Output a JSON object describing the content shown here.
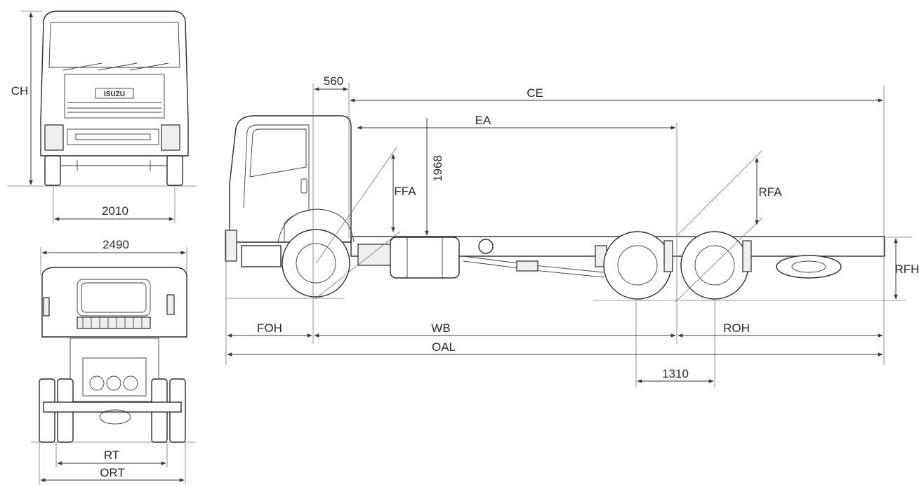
{
  "labels": {
    "ch": "CH",
    "front_track": "2010",
    "overall_width": "2490",
    "rt": "RT",
    "ort": "ORT",
    "cab_offset": "560",
    "ce": "CE",
    "ea": "EA",
    "frame_height_to_cab": "1968",
    "ffa": "FFA",
    "rfa": "RFA",
    "rfh": "RFH",
    "foh": "FOH",
    "wb": "WB",
    "roh": "ROH",
    "oal": "OAL",
    "tandem_spacing": "1310",
    "brand": "ISUZU"
  }
}
